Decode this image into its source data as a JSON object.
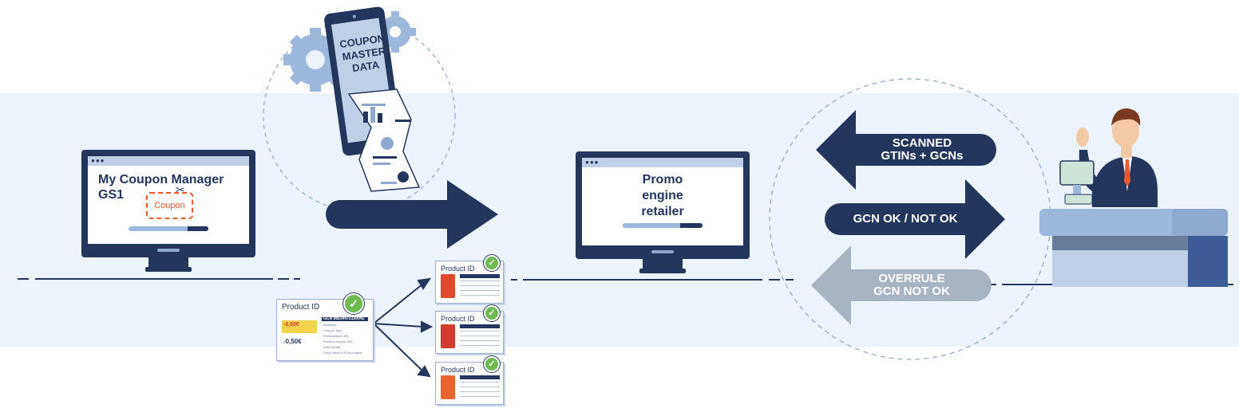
{
  "left_monitor": {
    "title_line1": "My Coupon Manager",
    "title_line2": "GS1",
    "coupon_label": "Coupon",
    "icons": [
      "scissors-icon"
    ]
  },
  "phone": {
    "line1": "COUPON",
    "line2": "MASTER",
    "line3": "DATA"
  },
  "center_monitor": {
    "line1": "Promo",
    "line2": "engine",
    "line3": "retailer"
  },
  "arrows": {
    "scanned": {
      "line1": "SCANNED",
      "line2": "GTINs + GCNs"
    },
    "gcn_ok": {
      "label": "GCN OK / NOT OK"
    },
    "overrule": {
      "line1": "OVERRULE",
      "line2": "GCN NOT OK"
    }
  },
  "product_cards": {
    "big": {
      "title": "Product ID",
      "gcn": "GCN 98534472130042",
      "offer1": "-0,50€",
      "offer2": "-0,50€",
      "rows": [
        "Publisher",
        "Coupon Type",
        "Personalised URL",
        "Product images URL",
        "Valid Period",
        "Food Value in Prod product"
      ]
    },
    "small": [
      {
        "title": "Product ID"
      },
      {
        "title": "Product ID"
      },
      {
        "title": "Product ID"
      }
    ]
  },
  "colors": {
    "navy": "#25365e",
    "band": "#edf3fa",
    "light_blue": "#9eb7dc",
    "grey_arrow": "#a9b4c2",
    "coupon_orange": "#e95b2e",
    "check_green": "#6dbb4e"
  }
}
